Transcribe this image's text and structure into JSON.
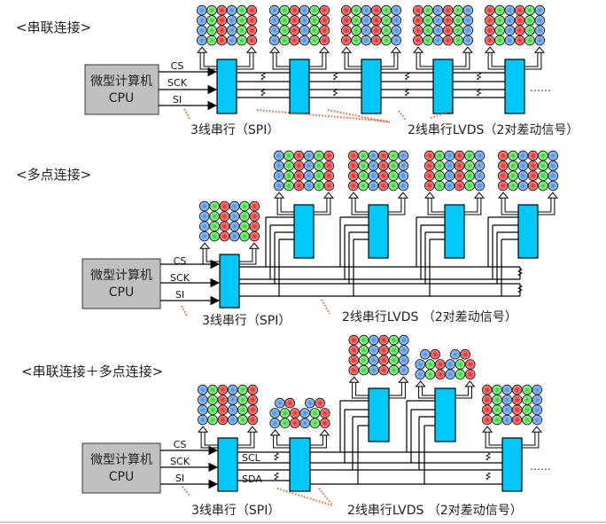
{
  "colors": {
    "driver_fill": "#00c8f8",
    "cpu_fill": "#c0c0c0",
    "leader_dots": "#f05a28",
    "led_red": "#f03c3c",
    "led_green": "#32dc32",
    "led_blue": "#5aa0f0"
  },
  "sections": [
    {
      "id": "serial",
      "title": "<串联连接>",
      "cpu": {
        "line1": "微型计算机",
        "line2": "CPU"
      },
      "signals": [
        "CS",
        "SCK",
        "SI"
      ],
      "spi_label": "3线串行（SPI）",
      "lvds_label": "2线串行LVDS（2对差动信号）",
      "ellipsis": "……",
      "led_panels": [
        {
          "order": "BGR",
          "layout": "grid"
        },
        {
          "order": "BGR",
          "layout": "grid"
        },
        {
          "order": "RGB",
          "layout": "grid"
        },
        {
          "order": "RGB",
          "layout": "grid"
        },
        {
          "order": "RGB",
          "layout": "grid"
        }
      ]
    },
    {
      "id": "multidrop",
      "title": "<多点连接>",
      "cpu": {
        "line1": "微型计算机",
        "line2": "CPU"
      },
      "signals": [
        "CS",
        "SCK",
        "SI"
      ],
      "spi_label": "3线串行（SPI）",
      "lvds_label": "2线串行LVDS （2对差动信号）",
      "led_panels": [
        {
          "order": "BGR",
          "layout": "grid"
        },
        {
          "order": "BGR",
          "layout": "grid"
        },
        {
          "order": "RGB",
          "layout": "grid"
        },
        {
          "order": "RGB",
          "layout": "grid"
        },
        {
          "order": "RGB",
          "layout": "grid"
        }
      ]
    },
    {
      "id": "combined",
      "title": "<串联连接＋多点连接>",
      "cpu": {
        "line1": "微型计算机",
        "line2": "CPU"
      },
      "signals": [
        "CS",
        "SCK",
        "SI"
      ],
      "bus_signals": [
        "SCL",
        "SDA"
      ],
      "spi_label": "3线串行（SPI）",
      "lvds_label": "2线串行LVDS （2对差动信号）",
      "ellipsis": "……",
      "led_panels": [
        {
          "order": "BGR",
          "layout": "grid"
        },
        {
          "order": "BGR",
          "layout": "staggered"
        },
        {
          "order": "RGB",
          "layout": "grid"
        },
        {
          "order": "BGR",
          "layout": "staggered"
        },
        {
          "order": "RGB",
          "layout": "grid"
        }
      ]
    }
  ]
}
